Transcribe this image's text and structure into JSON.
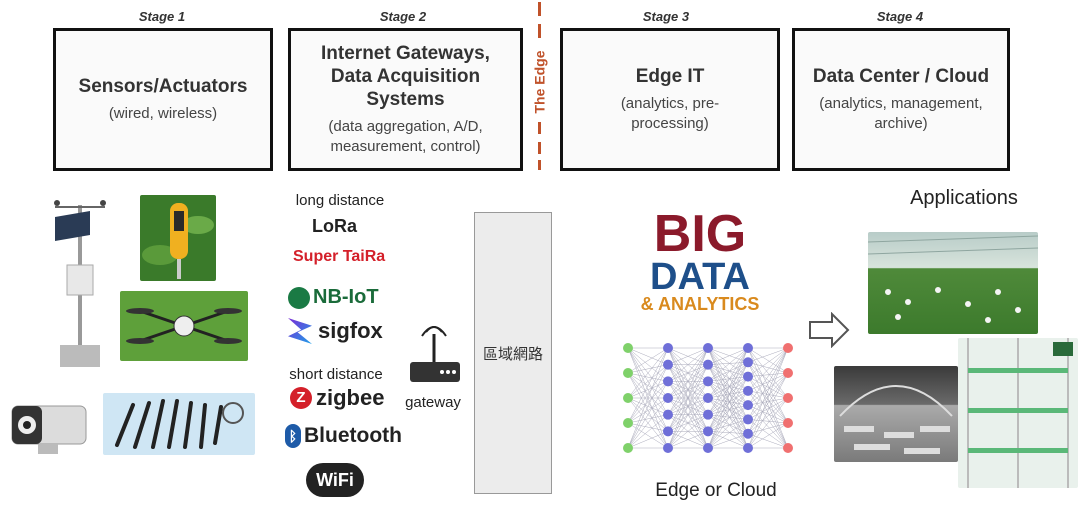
{
  "stages": [
    {
      "label": "Stage 1",
      "title": "Sensors/Actuators",
      "subtitle": "(wired, wireless)"
    },
    {
      "label": "Stage 2",
      "title": "Internet Gateways, Data Acquisition Systems",
      "subtitle": "(data aggregation, A/D, measurement, control)"
    },
    {
      "label": "Stage 3",
      "title": "Edge IT",
      "subtitle": "(analytics, pre-processing)"
    },
    {
      "label": "Stage 4",
      "title": "Data Center / Cloud",
      "subtitle": "(analytics, management, archive)"
    }
  ],
  "edge_label": "The Edge",
  "network": {
    "long_distance": "long distance",
    "lora": "LoRa",
    "super_taira": "Super TaiRa",
    "nbiot": "NB-IoT",
    "sigfox": "sigfox",
    "short_distance": "short distance",
    "zigbee": "zigbee",
    "bluetooth": "Bluetooth",
    "wifi": "WiFi",
    "gateway": "gateway"
  },
  "lan_label": "區域網路",
  "bigdata": {
    "big": "BIG",
    "data": "DATA",
    "analytics": "& ANALYTICS"
  },
  "edge_or_cloud": "Edge or Cloud",
  "applications": "Applications",
  "colors": {
    "edge": "#c0522a",
    "big": "#8b1a2b",
    "data": "#1e4f8a",
    "analytics": "#d98a1e"
  }
}
